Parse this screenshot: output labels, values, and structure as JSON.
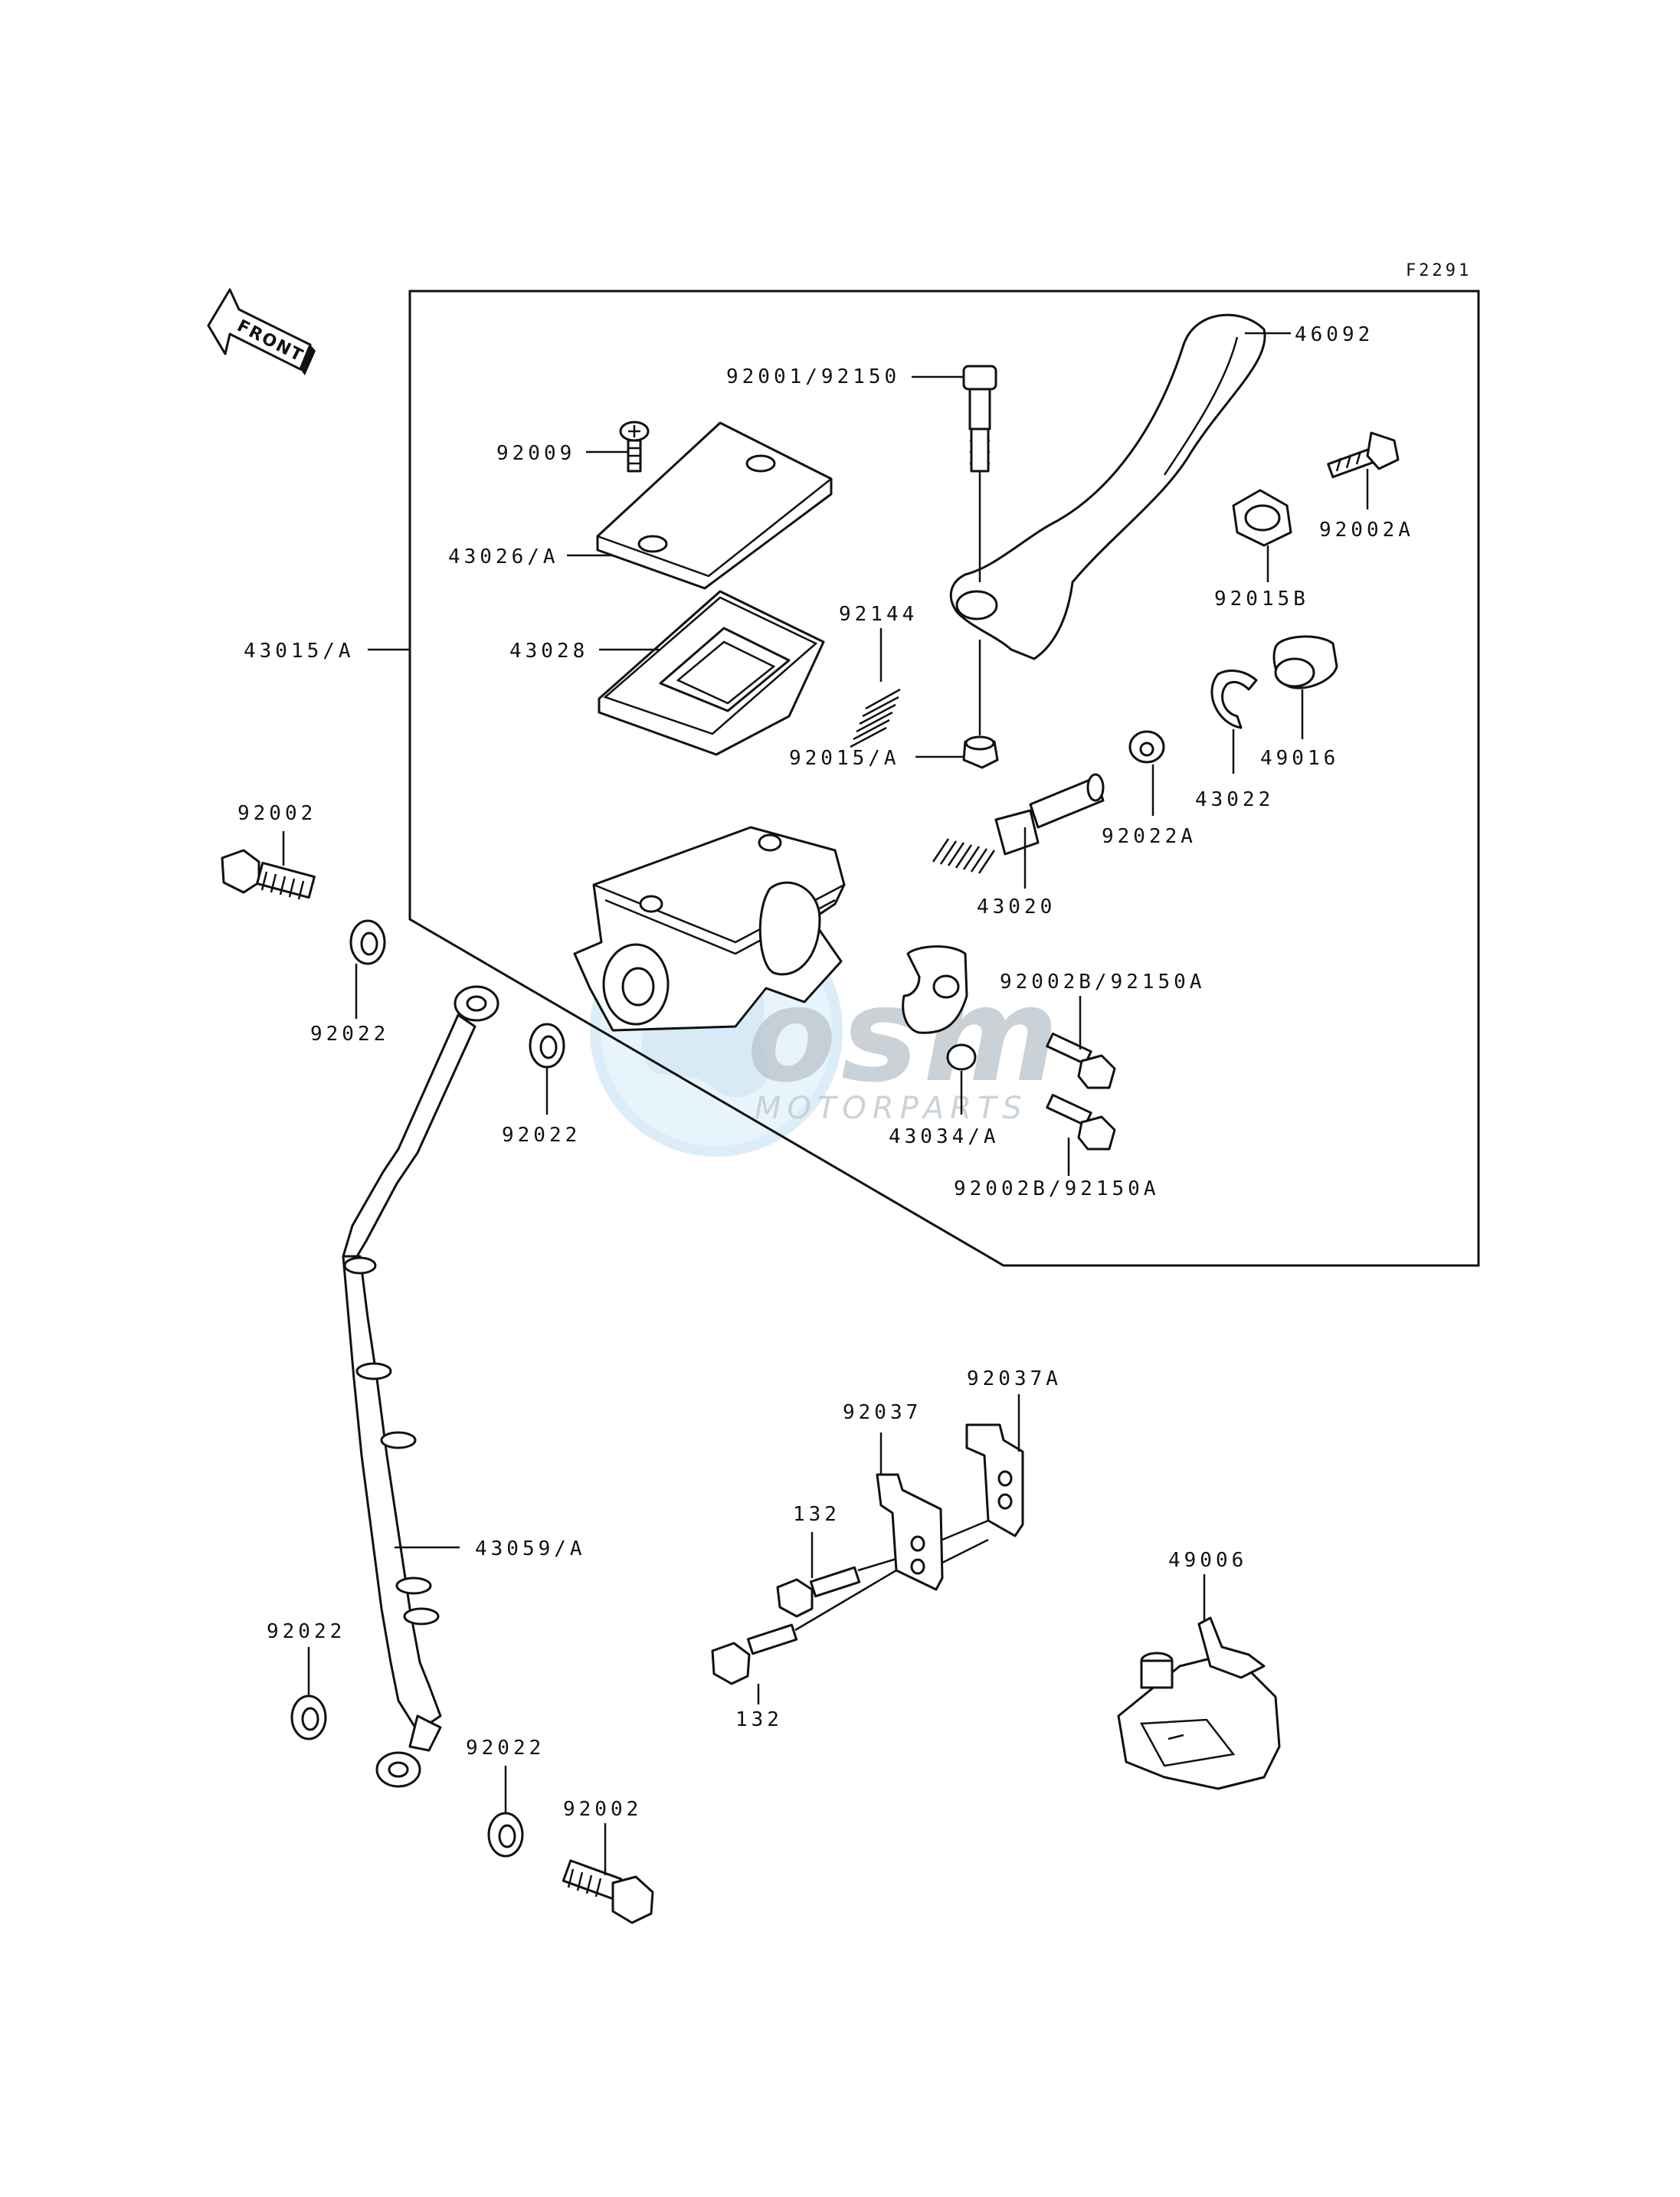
{
  "drawing_code": "F2291",
  "front_arrow_label": "FRONT",
  "watermark": {
    "logo_text": "osm",
    "sub_text": "MOTORPARTS"
  },
  "labels": {
    "p46092": "46092",
    "p92001_92150": "92001/92150",
    "p92009": "92009",
    "p43026A": "43026/A",
    "p92002A": "92002A",
    "p43015A": "43015/A",
    "p43028": "43028",
    "p92144": "92144",
    "p92015B": "92015B",
    "p92015A": "92015/A",
    "p49016": "49016",
    "p43022": "43022",
    "p92022A": "92022A",
    "p92002_top": "92002",
    "p43020": "43020",
    "p92002B_92150A_top": "92002B/92150A",
    "p92022_left": "92022",
    "p92022_mid": "92022",
    "p43034A": "43034/A",
    "p92002B_92150A_bottom": "92002B/92150A",
    "p92037A": "92037A",
    "p92037": "92037",
    "p132_top": "132",
    "p43059A": "43059/A",
    "p49006": "49006",
    "p92022_bottom_left": "92022",
    "p132_bottom": "132",
    "p92022_bottom_mid": "92022",
    "p92002_bottom": "92002"
  },
  "colors": {
    "line": "#111111",
    "background": "#ffffff",
    "watermark_gray": "#b9c3cc",
    "watermark_blue": "#cfe6f5"
  }
}
